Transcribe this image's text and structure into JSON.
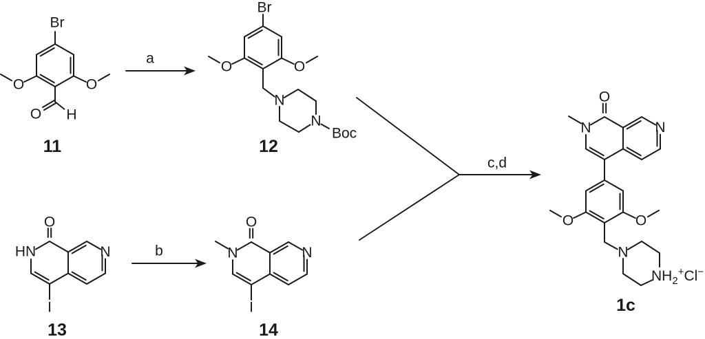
{
  "scheme": {
    "atoms": {
      "bromo": "Br",
      "oxygen": "O",
      "nitrogen": "N",
      "lactam_nh": "HN",
      "aldehyde_h": "H",
      "iodo": "I",
      "boc": "Boc",
      "salt_nh": "NH",
      "salt_sub": "2",
      "salt_plus": "+",
      "salt_cl": "Cl",
      "salt_minus": "−"
    },
    "compounds": {
      "c11": {
        "number": "11"
      },
      "c12": {
        "number": "12"
      },
      "c13": {
        "number": "13"
      },
      "c14": {
        "number": "14"
      },
      "c1c": {
        "number": "1c"
      }
    },
    "steps": {
      "a": "a",
      "b": "b",
      "cd": "c,d"
    }
  }
}
